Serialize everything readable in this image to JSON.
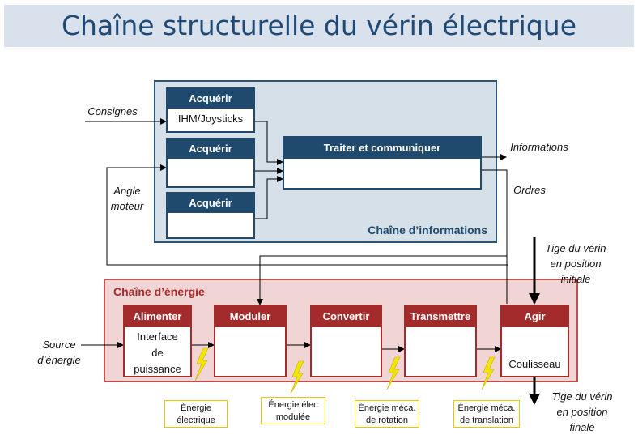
{
  "title": "Chaîne structurelle du vérin électrique",
  "info_chain": {
    "label": "Chaîne d’informations",
    "acquire1": {
      "title": "Acquérir",
      "body": "IHM/Joysticks"
    },
    "acquire2": {
      "title": "Acquérir",
      "body": ""
    },
    "acquire3": {
      "title": "Acquérir",
      "body": ""
    },
    "process": {
      "title": "Traiter et communiquer",
      "body": ""
    }
  },
  "energy_chain": {
    "label": "Chaîne d’énergie",
    "alimenter": {
      "title": "Alimenter",
      "body_lines": [
        "Interface",
        "de",
        "puissance"
      ]
    },
    "moduler": {
      "title": "Moduler",
      "body": ""
    },
    "convertir": {
      "title": "Convertir",
      "body": ""
    },
    "transmettre": {
      "title": "Transmettre",
      "body": ""
    },
    "agir": {
      "title": "Agir",
      "body": "Coulisseau"
    }
  },
  "labels": {
    "consignes": "Consignes",
    "angle_moteur": [
      "Angle",
      "moteur"
    ],
    "informations": "Informations",
    "ordres": "Ordres",
    "source": [
      "Source",
      "d’énergie"
    ],
    "tige_initiale": [
      "Tige du vérin",
      "en position",
      "initiale"
    ],
    "tige_finale": [
      "Tige du vérin",
      "en position",
      "finale"
    ]
  },
  "energy_notes": [
    [
      "Énergie",
      "électrique"
    ],
    [
      "Énergie élec",
      "modulée"
    ],
    [
      "Énergie méca.",
      "de rotation"
    ],
    [
      "Énergie méca.",
      "de translation"
    ]
  ],
  "colors": {
    "info": "#1f4a6e",
    "energy": "#a32b2b",
    "lightning": "#f2e600"
  }
}
